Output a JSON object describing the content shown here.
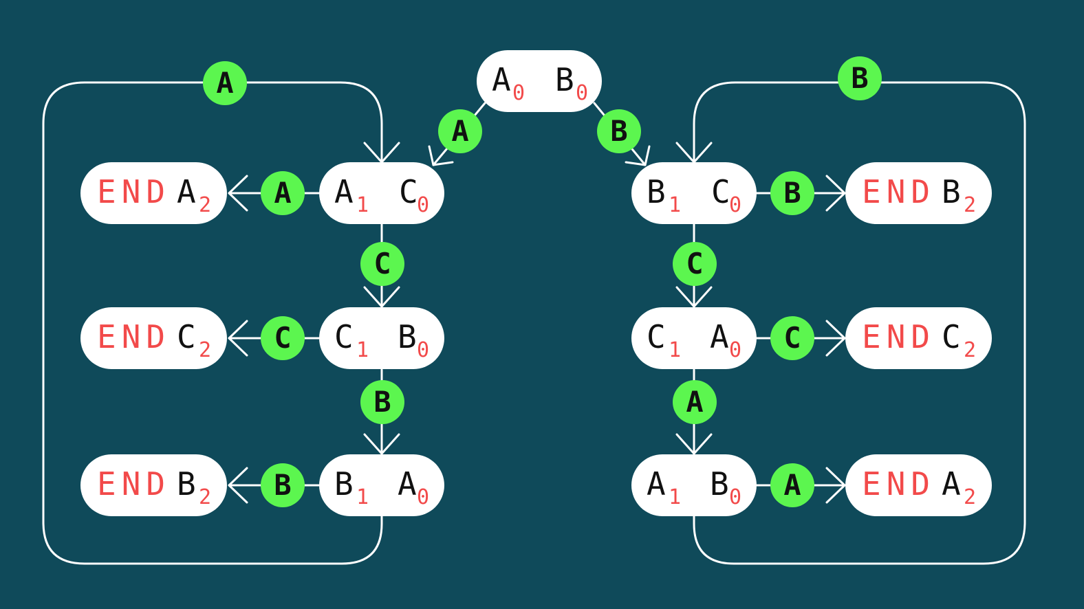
{
  "colors": {
    "background": "#0f4a5a",
    "node": "#ffffff",
    "edge": "#ffffff",
    "badge": "#5cf64f",
    "subscript": "#f24a4a",
    "end_text": "#f24a4a",
    "text": "#111111"
  },
  "diagram": {
    "root": {
      "t1": "A",
      "s1": "0",
      "t2": "B",
      "s2": "0"
    },
    "left": {
      "state_a1c0": {
        "t1": "A",
        "s1": "1",
        "t2": "C",
        "s2": "0"
      },
      "state_c1b0": {
        "t1": "C",
        "s1": "1",
        "t2": "B",
        "s2": "0"
      },
      "state_b1a0": {
        "t1": "B",
        "s1": "1",
        "t2": "A",
        "s2": "0"
      },
      "end_a2": {
        "end": "END",
        "t": "A",
        "s": "2"
      },
      "end_c2": {
        "end": "END",
        "t": "C",
        "s": "2"
      },
      "end_b2": {
        "end": "END",
        "t": "B",
        "s": "2"
      }
    },
    "right": {
      "state_b1c0": {
        "t1": "B",
        "s1": "1",
        "t2": "C",
        "s2": "0"
      },
      "state_c1a0": {
        "t1": "C",
        "s1": "1",
        "t2": "A",
        "s2": "0"
      },
      "state_a1b0": {
        "t1": "A",
        "s1": "1",
        "t2": "B",
        "s2": "0"
      },
      "end_b2": {
        "end": "END",
        "t": "B",
        "s": "2"
      },
      "end_c2": {
        "end": "END",
        "t": "C",
        "s": "2"
      },
      "end_a2": {
        "end": "END",
        "t": "A",
        "s": "2"
      }
    },
    "edge_labels": {
      "root_to_left": "A",
      "root_to_right": "B",
      "left_loop": "A",
      "right_loop": "B",
      "left_end_a": "A",
      "left_end_c": "C",
      "left_end_b": "B",
      "left_down_c": "C",
      "left_down_b": "B",
      "right_end_b": "B",
      "right_end_c": "C",
      "right_end_a": "A",
      "right_down_c": "C",
      "right_down_a": "A"
    }
  }
}
